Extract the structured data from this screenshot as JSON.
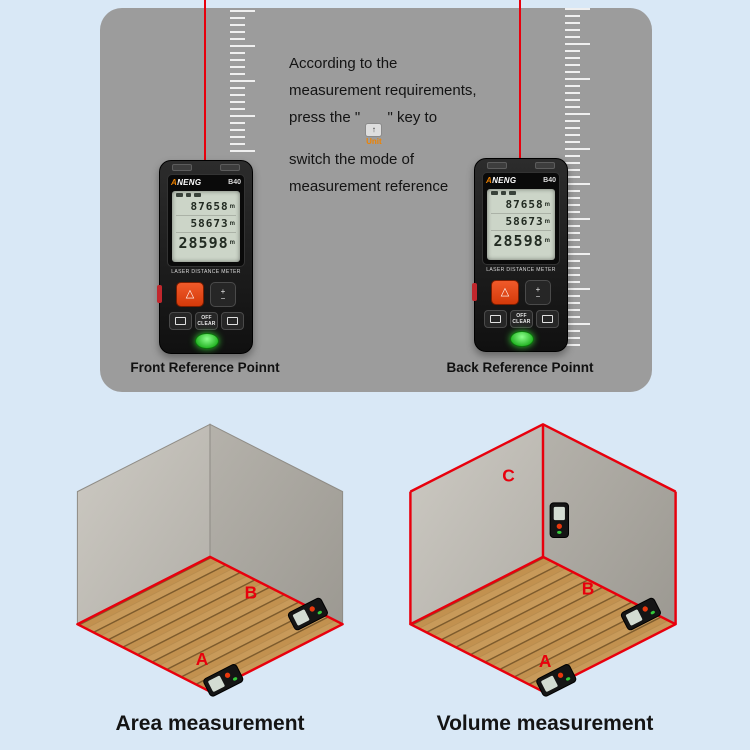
{
  "panel": {
    "instruction": {
      "line1": "According to the",
      "line2": "measurement requirements,",
      "line3_pre": "press the \" ",
      "line3_post": " \" key to",
      "line4": "switch the mode of",
      "line5": "measurement reference",
      "unit_key_label": "Unit",
      "unit_key_arrow": "↑"
    },
    "front_reference_label": "Front Reference Poinnt",
    "back_reference_label": "Back Reference Poinnt"
  },
  "device": {
    "brand": "ANENG",
    "model": "B40",
    "readings": [
      "87658",
      "58673",
      "28598"
    ],
    "unit": "m",
    "subtitle": "LASER DISTANCE METER",
    "meas_glyph": "△",
    "plus_label": "+",
    "minus_label": "−",
    "off_label": "OFF",
    "clear_label": "CLEAR"
  },
  "measurements": {
    "area": {
      "caption": "Area measurement",
      "label_a": "A",
      "label_b": "B"
    },
    "volume": {
      "caption": "Volume measurement",
      "label_a": "A",
      "label_b": "B",
      "label_c": "C"
    }
  },
  "colors": {
    "background": "#d9e8f6",
    "panel_gray": "#9c9c9c",
    "laser_red": "#e8000d",
    "accent_orange": "#f08300",
    "device_black": "#1a1a1a",
    "lcd_green": "#ccd5c8",
    "power_green": "#22b322",
    "wood_floor": "#c89a5a",
    "concrete_gray": "#b5b2ab"
  }
}
